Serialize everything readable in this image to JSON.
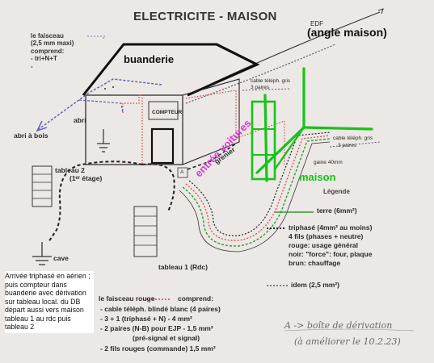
{
  "title": "ELECTRICITE - MAISON",
  "edf": "EDF",
  "angle_maison": "(angle maison)",
  "buanderie": "buanderie",
  "maison": "maison",
  "entree_voitures": "entrée voitures",
  "faisceau_top": {
    "line1": "le faisceau",
    "line2": "(2,5 mm maxi)",
    "line3": "comprend:",
    "line4": "- tri+N+T",
    "line5": "-"
  },
  "labels": {
    "abri": "abri",
    "compteur": "COMPTEUR",
    "abri_a_bois": "abri à bois",
    "tableau2_l1": "tableau 2",
    "tableau2_l2": "(1ᵉʳ étage)",
    "cave": "cave",
    "grenier": "grenier",
    "tableau1": "tableau 1 (Rdc)",
    "a_marker": "A",
    "cable_teleph_1a": "cable téléph. gris",
    "cable_teleph_1b": "3 paires",
    "cable_teleph_2a": "cable téléph. gris",
    "cable_teleph_2b": "3 paires",
    "gaine": "gaine 40mm"
  },
  "legend": {
    "title": "Légende",
    "items": [
      {
        "label": "terre (6mm²)"
      },
      {
        "label": "triphasé (4mm² au moins)"
      },
      {
        "label": "4 fils (phases + neutre)"
      },
      {
        "label": "rouge: usage général"
      },
      {
        "label": "noir: \"force\": four, plaque"
      },
      {
        "label": "brun: chauffage"
      },
      {
        "label": "idem (2,5 mm²)"
      }
    ]
  },
  "faisceau_rouge": {
    "title": "le faisceau rouge",
    "comprend": "comprend:",
    "lines": [
      "- cable téléph. blindé blanc (4 paires)",
      "- 3 + 1 (triphasé + N) - 4 mm²",
      "- 2 paires (N-B) pour EJP - 1,5 mm²",
      "(pré-signal et signal)",
      "- 2 fils rouges (commande) 1,5 mm²"
    ]
  },
  "note": "Arrivée triphasé en aérien ; puis compteur dans buanderie avec dérivation sur tableau local. du DB départ aussi vers maison tableau 1 au rdc puis tableau 2",
  "handwriting": {
    "line1": "A -> boîte de dérivation",
    "line2": "(à améliorer le 10.2.23)"
  },
  "colors": {
    "green": "#17c317",
    "magenta": "#d83ad8",
    "red_dotted": "#d44040",
    "blue_dashed": "#5a5ab8",
    "ink": "#2a2a2a"
  }
}
